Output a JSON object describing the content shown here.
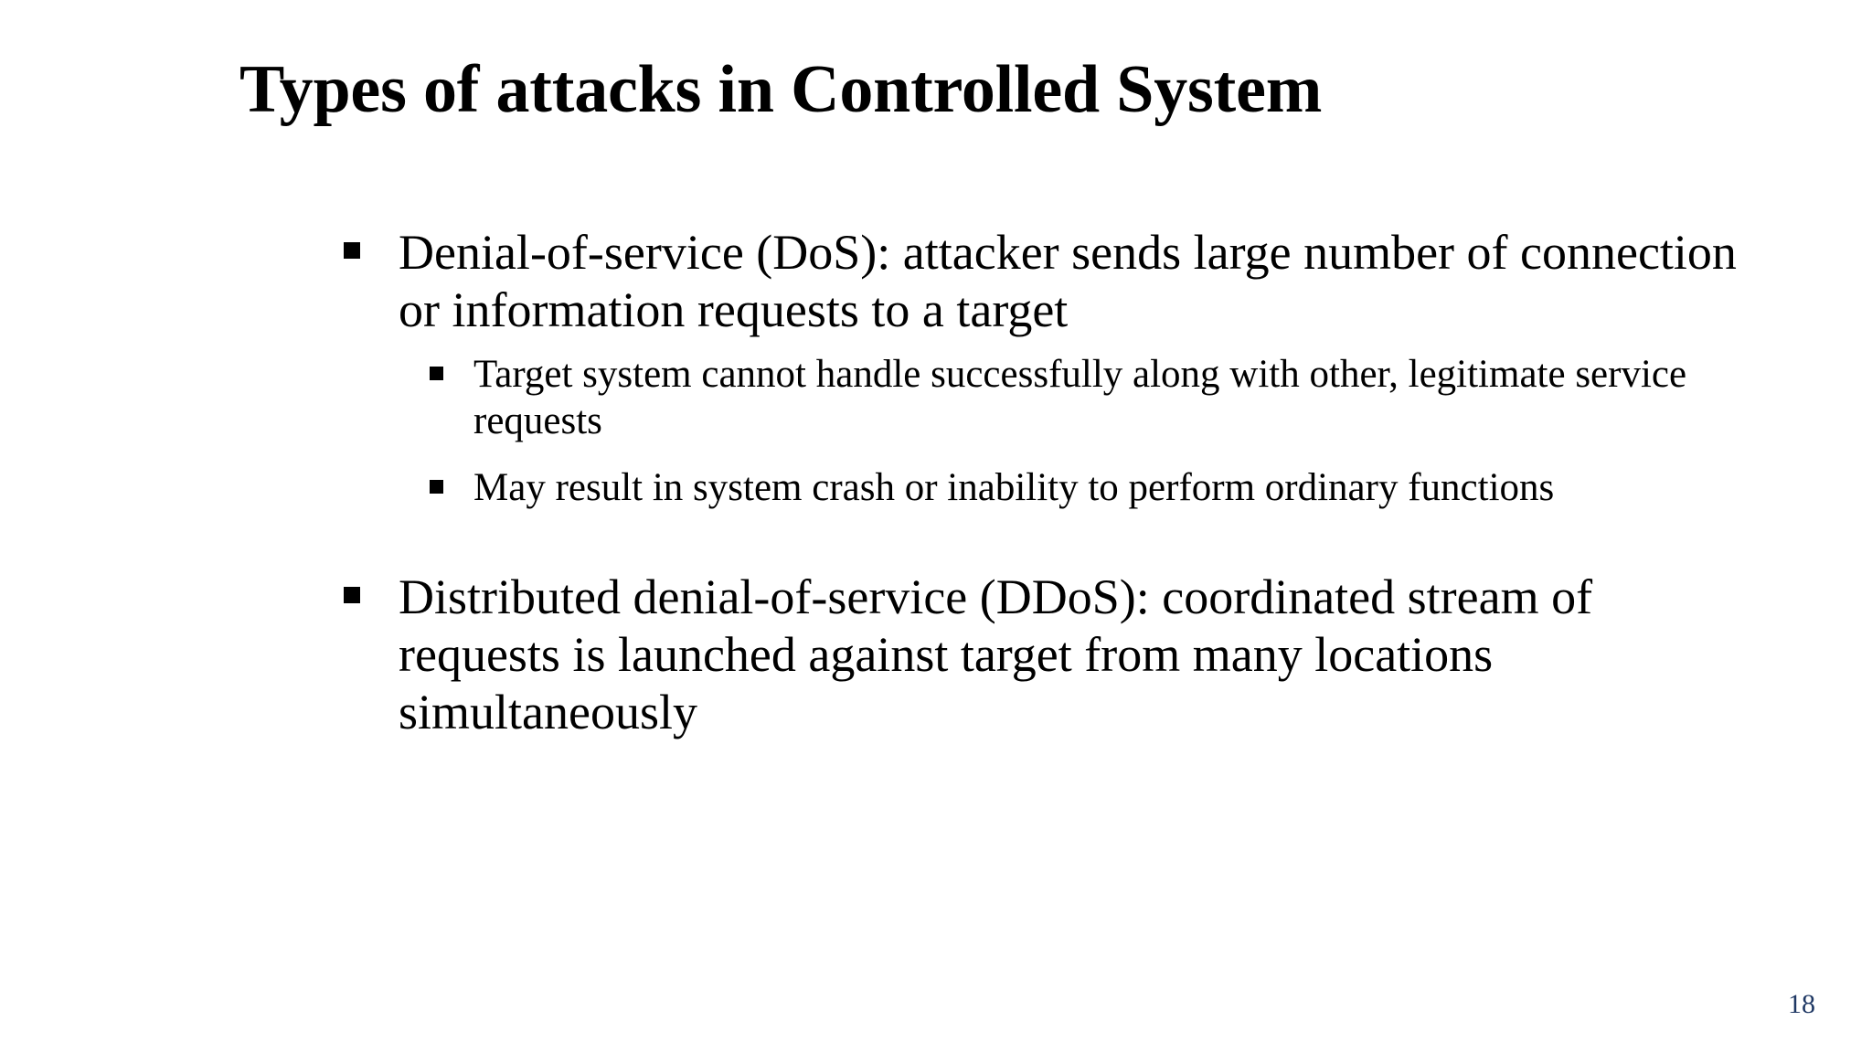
{
  "slide": {
    "title": "Types of attacks in Controlled System",
    "page_number": "18",
    "page_number_color": "#1f3864",
    "text_color": "#000000",
    "background_color": "#ffffff",
    "bullets": [
      {
        "level": 1,
        "text": "Denial-of-service (DoS): attacker sends large  number of connection or information requests to a target",
        "marker": "square-bullet",
        "sub_bullets": [
          {
            "level": 2,
            "text": "Target system cannot handle successfully along with other, legitimate service requests",
            "marker": "square-bullet"
          },
          {
            "level": 2,
            "text": "May result in system crash or inability to perform ordinary functions",
            "marker": "square-bullet"
          }
        ]
      },
      {
        "level": 1,
        "text": "Distributed denial-of-service (DDoS):  coordinated stream of requests is launched against target from many locations  simultaneously",
        "marker": "square-bullet",
        "sub_bullets": []
      }
    ]
  }
}
